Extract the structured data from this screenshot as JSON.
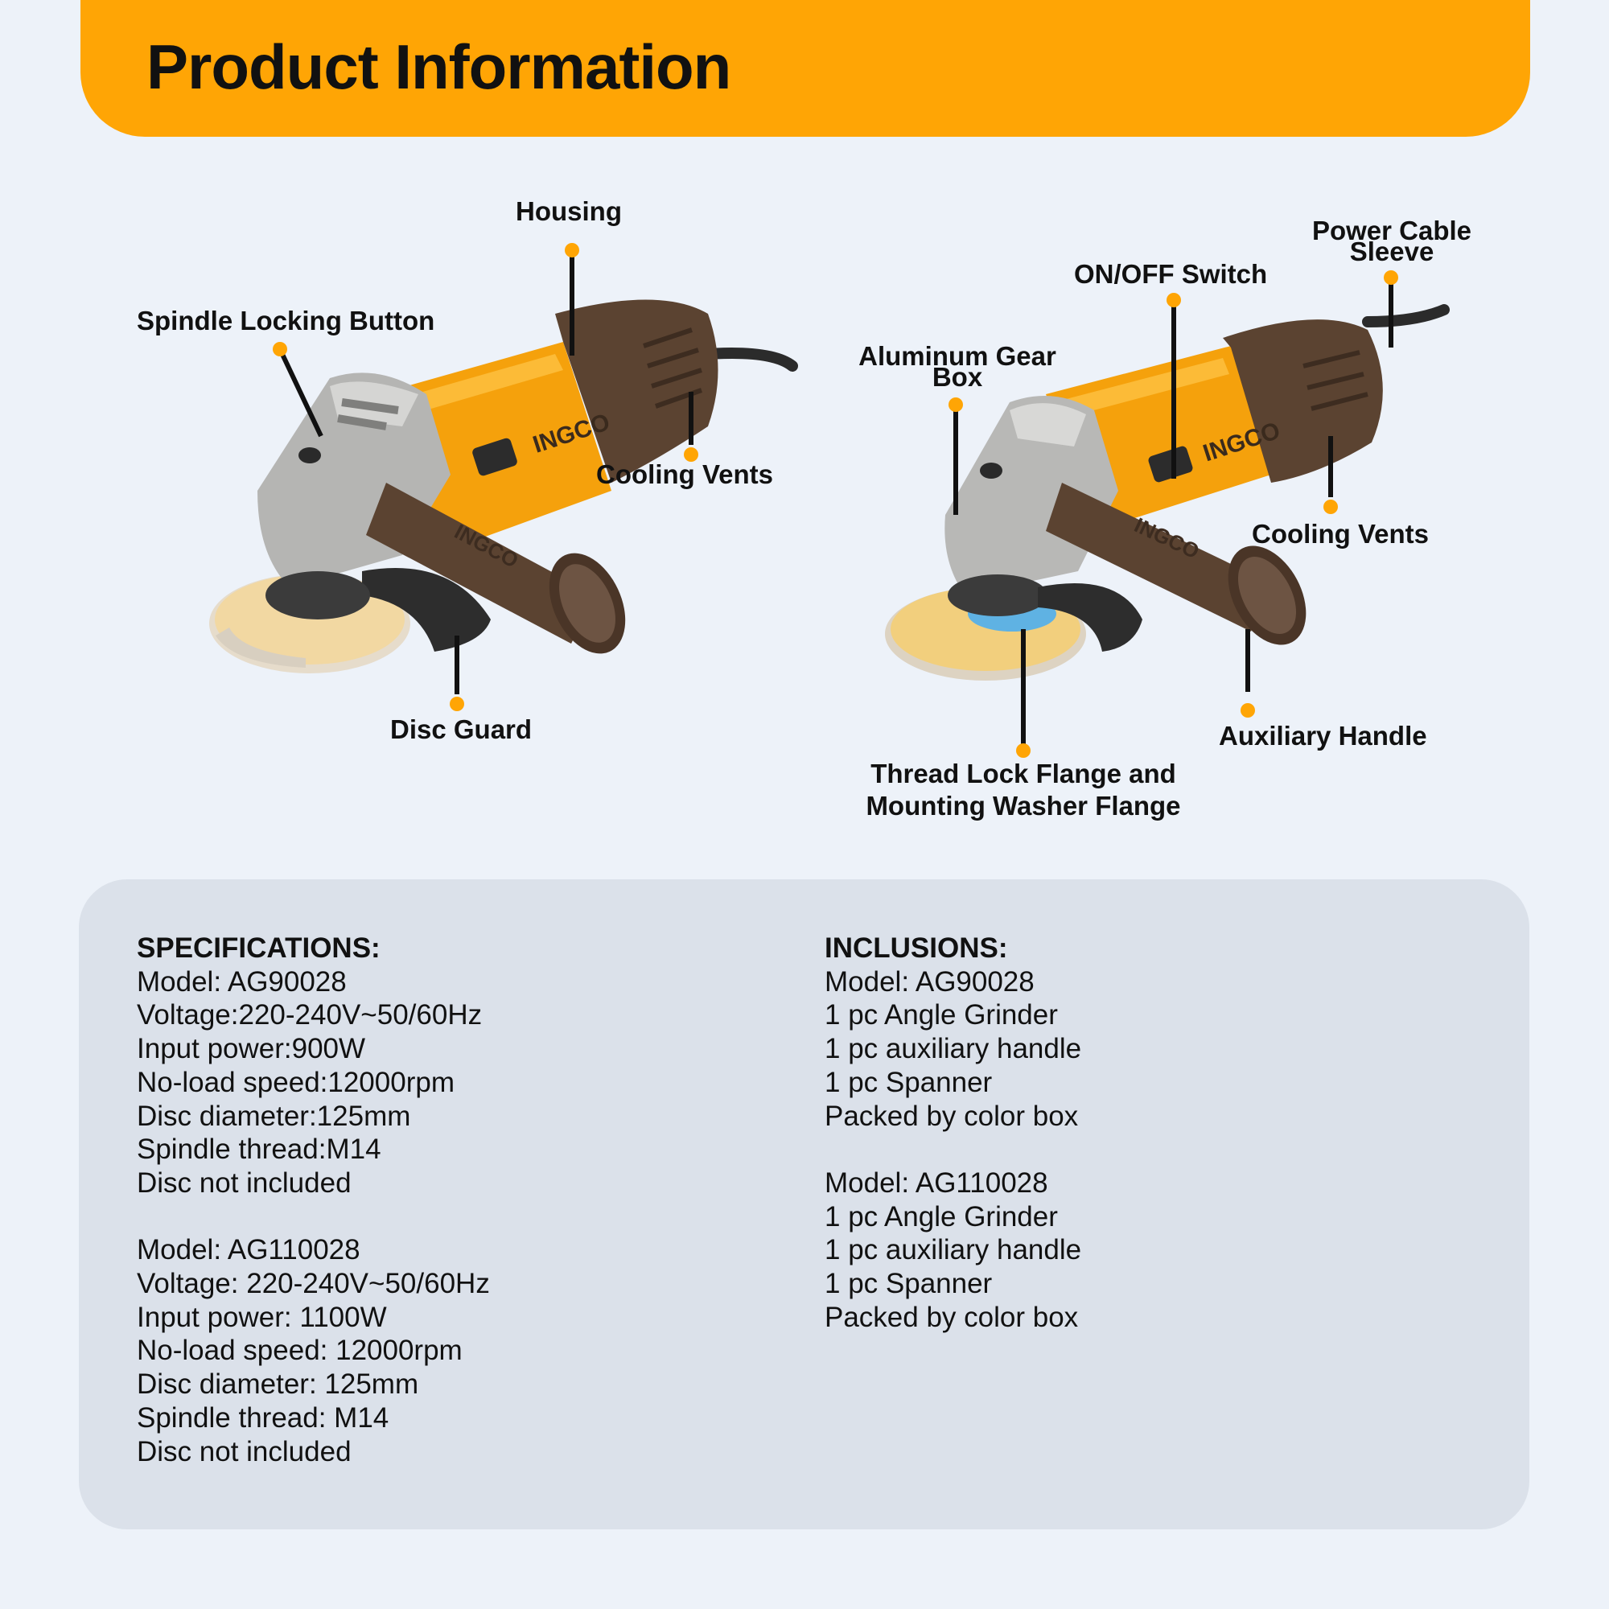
{
  "header": {
    "title": "Product Information"
  },
  "diagram": {
    "left_labels": {
      "housing": "Housing",
      "spindle_lock": "Spindle Locking Button",
      "cooling_vents": "Cooling Vents",
      "disc_guard": "Disc Guard"
    },
    "right_labels": {
      "power_cable": "Power Cable Sleeve",
      "onoff_switch": "ON/OFF Switch",
      "gear_box": "Aluminum Gear Box",
      "cooling_vents": "Cooling Vents",
      "aux_handle": "Auxiliary Handle",
      "flange": "Thread Lock Flange and Mounting Washer Flange"
    },
    "brand_logo": "INGCO",
    "colors": {
      "accent": "#ffa505",
      "body": "#f5a10c",
      "handle": "#5b4331",
      "metal": "#b5b5b3"
    }
  },
  "specifications": {
    "heading": "SPECIFICATIONS:",
    "models": [
      {
        "model": "Model: AG90028",
        "lines": [
          "Voltage:220-240V~50/60Hz",
          "Input power:900W",
          "No-load speed:12000rpm",
          "Disc diameter:125mm",
          "Spindle thread:M14",
          "Disc not included"
        ]
      },
      {
        "model": "Model: AG110028",
        "lines": [
          "Voltage: 220-240V~50/60Hz",
          "Input power: 1100W",
          "No-load speed: 12000rpm",
          "Disc diameter: 125mm",
          "Spindle thread: M14",
          "Disc not included"
        ]
      }
    ]
  },
  "inclusions": {
    "heading": "INCLUSIONS:",
    "models": [
      {
        "model": "Model: AG90028",
        "lines": [
          "1 pc Angle Grinder",
          "1 pc auxiliary handle",
          "1 pc Spanner",
          "Packed by color box"
        ]
      },
      {
        "model": "Model: AG110028",
        "lines": [
          "1 pc Angle Grinder",
          "1 pc auxiliary handle",
          "1 pc Spanner",
          "Packed by color box"
        ]
      }
    ]
  }
}
